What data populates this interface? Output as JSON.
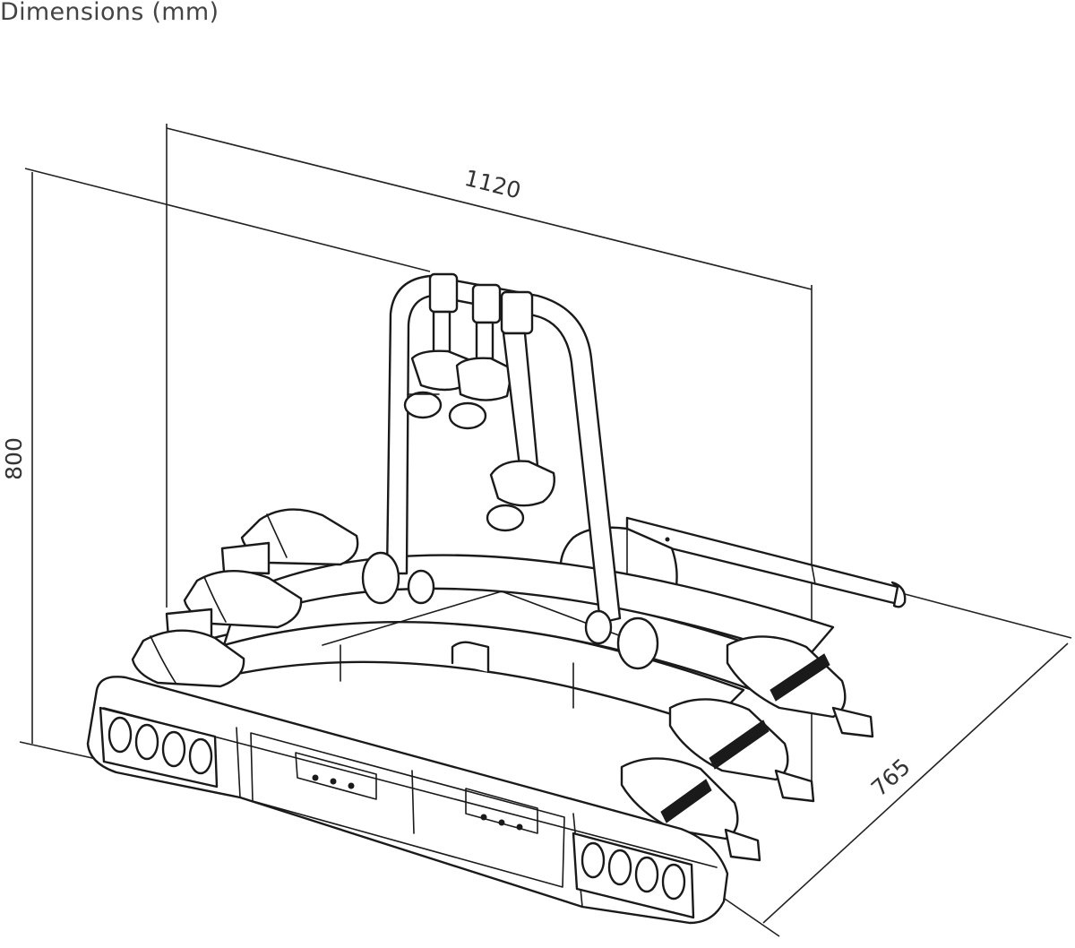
{
  "title": "Dimensions (mm)",
  "dimensions": {
    "width": "1120",
    "height": "800",
    "depth": "765"
  }
}
